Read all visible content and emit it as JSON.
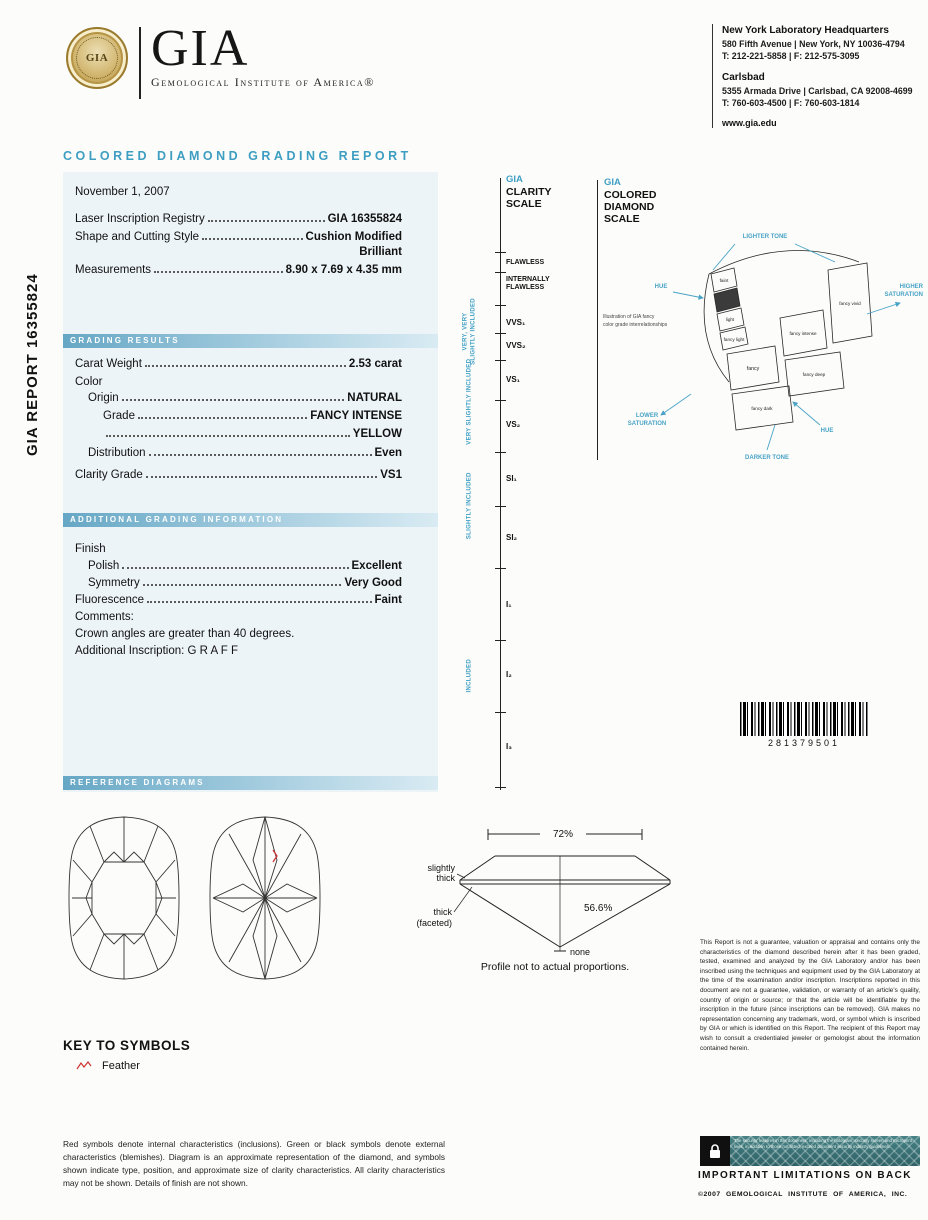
{
  "header": {
    "logo_acronym": "GIA",
    "logo_name": "Gemological Institute of America®",
    "locations": [
      {
        "name": "New York Laboratory Headquarters",
        "address": "580 Fifth Avenue | New York, NY 10036-4794",
        "phones": "T: 212-221-5858  |  F: 212-575-3095"
      },
      {
        "name": "Carlsbad",
        "address": "5355 Armada Drive | Carlsbad, CA 92008-4699",
        "phones": "T: 760-603-4500  |  F: 760-603-1814"
      }
    ],
    "website": "www.gia.edu"
  },
  "title": "COLORED DIAMOND GRADING REPORT",
  "side_label": "GIA REPORT 16355824",
  "report": {
    "date": "November 1, 2007",
    "laser": {
      "label": "Laser Inscription Registry",
      "value": "GIA 16355824"
    },
    "shape": {
      "label": "Shape and Cutting Style",
      "value": "Cushion Modified",
      "value2": "Brilliant"
    },
    "measurements": {
      "label": "Measurements",
      "value": "8.90 x 7.69 x 4.35 mm"
    }
  },
  "grading": {
    "header": "GRADING RESULTS",
    "carat": {
      "label": "Carat Weight",
      "value": "2.53 carat"
    },
    "color_heading": "Color",
    "origin": {
      "label": "Origin",
      "value": "NATURAL"
    },
    "grade": {
      "label": "Grade",
      "value": "FANCY INTENSE",
      "value2": "YELLOW"
    },
    "distribution": {
      "label": "Distribution",
      "value": "Even"
    },
    "clarity": {
      "label": "Clarity Grade",
      "value": "VS1"
    }
  },
  "additional": {
    "header": "ADDITIONAL GRADING INFORMATION",
    "finish_heading": "Finish",
    "polish": {
      "label": "Polish",
      "value": "Excellent"
    },
    "symmetry": {
      "label": "Symmetry",
      "value": "Very Good"
    },
    "fluorescence": {
      "label": "Fluorescence",
      "value": "Faint"
    },
    "comments_heading": "Comments:",
    "comment_1": "Crown angles are greater than 40 degrees.",
    "comment_2": "Additional Inscription: G R A F F"
  },
  "reference": {
    "header": "REFERENCE DIAGRAMS"
  },
  "clarity_scale": {
    "brand": "GIA",
    "heading_line1": "CLARITY",
    "heading_line2": "SCALE",
    "grades": [
      "FLAWLESS",
      "INTERNALLY FLAWLESS",
      "VVS₁",
      "VVS₂",
      "VS₁",
      "VS₂",
      "SI₁",
      "SI₂",
      "I₁",
      "I₂",
      "I₃"
    ],
    "categories": [
      "VERY, VERY SLIGHTLY INCLUDED",
      "VERY SLIGHTLY INCLUDED",
      "SLIGHTLY INCLUDED",
      "INCLUDED"
    ]
  },
  "color_scale": {
    "brand": "GIA",
    "heading_line1": "COLORED",
    "heading_line2": "DIAMOND",
    "heading_line3": "SCALE",
    "note_line1": "Illustration of GIA fancy",
    "note_line2": "color grade interrelationships",
    "labels": {
      "lighter_tone": "LIGHTER TONE",
      "hue_top": "HUE",
      "higher_saturation_1": "HIGHER",
      "higher_saturation_2": "SATURATION",
      "lower_saturation_1": "LOWER",
      "lower_saturation_2": "SATURATION",
      "darker_tone": "DARKER TONE",
      "hue_bottom": "HUE"
    },
    "grades": [
      "faint",
      "light",
      "fancy light",
      "fancy",
      "fancy intense",
      "fancy vivid",
      "fancy deep",
      "fancy dark"
    ]
  },
  "barcode": {
    "number": "281379501"
  },
  "profile": {
    "table_pct": "72%",
    "depth_pct": "56.6%",
    "girdle_top_1": "slightly",
    "girdle_top_2": "thick",
    "girdle_bottom_1": "thick",
    "girdle_bottom_2": "(faceted)",
    "culet": "none",
    "caption": "Profile not to actual proportions."
  },
  "key": {
    "heading": "KEY TO SYMBOLS",
    "items": [
      {
        "name": "Feather"
      }
    ]
  },
  "legal": {
    "right": "This Report is not a guarantee, valuation or appraisal and contains only the characteristics of the diamond described herein after it has been graded, tested, examined and analyzed by the GIA Laboratory and/or has been inscribed using the techniques and equipment used by the GIA Laboratory at the time of the examination and/or inscription. Inscriptions reported in this document are not a guarantee, validation, or warranty of an article's quality, country of origin or source; or that the article will be identifiable by the inscription in the future (since inscriptions can be removed). GIA makes no representation concerning any trademark, word, or symbol which is inscribed by GIA or which is identified on this Report. The recipient of this Report may wish to consult a credentialed jeweler or gemologist about the information contained herein.",
    "left": "Red symbols denote internal characteristics (inclusions). Green or black symbols denote external characteristics (blemishes). Diagram is an approximate representation of the diamond, and symbols shown indicate type, position, and approximate size of clarity characteristics. All clarity characteristics may not be shown. Details of finish are not shown."
  },
  "hologram": {
    "text": "The security features in this document, including the hologram, security screen and microprint lines, in addition to those not listed, exceed document security industry guidelines."
  },
  "footer": {
    "limitations": "IMPORTANT LIMITATIONS ON BACK",
    "copyright": "©2007  GEMOLOGICAL  INSTITUTE  OF  AMERICA,  INC."
  }
}
